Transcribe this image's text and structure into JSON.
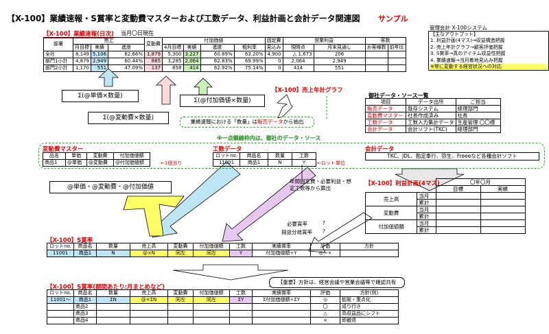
{
  "title": "【X-100】業績速報・S賞率と変動費マスターおよび工数データ、利益計画と会計データ関連図",
  "sample": "サンプル",
  "system": {
    "name": "管理会計 X-100システム",
    "heading": "【主なアウトプット】",
    "items": [
      "1. 利益計画(4マス)→収益構造把握",
      "2. 売上年計グラフ→顧客評価把握",
      "3. S賞率→真のアイテム収益性把握",
      "4. 業績速報→当月着地見込み把握"
    ],
    "note": "※常に変動する経営状況への対応"
  },
  "flash": {
    "label": "【X-100】業績速報(日次)",
    "date": "当月〇日現在",
    "groups": {
      "dept": "部署",
      "sales": "売上",
      "var": "変動費",
      "value": "付加価値",
      "fixed": "固定費",
      "op": "営業利益",
      "cust": "客数"
    },
    "cols": {
      "target": "月目標",
      "actual": "実績",
      "progress": "進度",
      "vtarget": "4月目標",
      "vactual": "実績",
      "vprogress": "進度",
      "rate": "粗利率",
      "forecast": "見込み",
      "now": "現時点",
      "monthend": "月末見通し",
      "custn": "お客様数",
      "yoy": "前年比"
    },
    "rows": [
      {
        "name": "全社",
        "target": "8,149",
        "actual": "5,106",
        "progress": "62.66%",
        "var": "1,879",
        "vtarget": "5,300",
        "vactual": "3,227",
        "vprogress": "60.89%",
        "rate": "63.20%",
        "forecast": "4,900",
        "now": "△ 1,673",
        "monthend": "206",
        "custn": "",
        "yoy": ""
      },
      {
        "name": "部門1小計",
        "target": "4,879",
        "actual": "2,949",
        "progress": "60.44%",
        "var": "885",
        "vtarget": "3,285",
        "vactual": "2,064",
        "vprogress": "62.83%",
        "rate": "69.99%",
        "forecast": "0",
        "now": "2,064",
        "monthend": "2,949",
        "custn": "",
        "yoy": ""
      },
      {
        "name": "部門2小計",
        "target": "1,170",
        "actual": "551",
        "progress": "47.09%",
        "var": "137",
        "vtarget": "658",
        "vactual": "414",
        "vprogress": "62.92%",
        "rate": "75.14%",
        "forecast": "0",
        "now": "414",
        "monthend": "551",
        "custn": "",
        "yoy": ""
      }
    ]
  },
  "sigma": {
    "sales": "Σ(@単価×数量)",
    "value": "Σ(@付加価値×数量)",
    "var": "Σ(@変動費×数量)"
  },
  "yearly_graph": "【X-100】売上年計グラフ",
  "extract_note_pre": "業績速報における「数量」は",
  "extract_note_red": "販売データ",
  "extract_note_post": "から抽出",
  "sources": {
    "title": "御社データ・ソース一覧",
    "headers": [
      "項目",
      "データ出所",
      "ご担当"
    ],
    "rows": [
      [
        "販売データ",
        "既存システム",
        "経理部門"
      ],
      [
        "変動費マスター",
        "社長作成済み",
        "社長"
      ],
      [
        "工数データ",
        "工数入力集計データ",
        "生産管理 〇〇様"
      ],
      [
        "会計データ",
        "会計ソフト(TKC)",
        "経理部門"
      ]
    ]
  },
  "dash_note": "※一点鎖線枠内は、御社のデータ・ソース",
  "varmaster": {
    "label": "変動費マスター",
    "headers": [
      "品名",
      "単価",
      "変動費",
      "付加価値額"
    ],
    "row": [
      "商品1",
      "@単価",
      "@変動費",
      "@付加価値額"
    ],
    "note": "←1個当り"
  },
  "work": {
    "label": "工数データ",
    "headers": [
      "ロットno.",
      "商品名",
      "数量",
      "工数"
    ],
    "row": [
      "11001",
      "商品1",
      "N",
      "Y"
    ],
    "note": "←ロット単位"
  },
  "acct": {
    "label": "会計データ",
    "text": "TKC、JDL、勘定奉行、弥生、Freeeなど各種会計ソフト"
  },
  "unit_box": "@単価・@変動費・@付加価値",
  "plan": {
    "label": "【X-100】利益計画(4マス)",
    "month": "〇年〇月",
    "h_target": "目標",
    "h_actual": "実績",
    "items": [
      "売上高",
      "変動費",
      "付加価値額"
    ],
    "sub": [
      "当月",
      "累計"
    ]
  },
  "calc_note": "年間固定費・必要利益・想定工数等から算出",
  "need_rate": "必要賞率",
  "break_rate": "損益分岐賞率",
  "q": "?",
  "srate": {
    "label": "【X-100】S賞率",
    "headers": [
      "ロットno.",
      "商品名",
      "数量",
      "売上高",
      "変動費",
      "付加価値額",
      "工数",
      "実績賞率",
      "評価",
      "方針"
    ],
    "row": [
      "11001",
      "商品1",
      "N",
      "@×N",
      "同左",
      "同左",
      "Y",
      "付加価値額÷Y",
      "◎～×",
      ""
    ]
  },
  "srate2": {
    "label": "【X-100】S賞率(期間あたり:月まとめなど)",
    "headers": [
      "ロットno.",
      "商品名",
      "数量",
      "売上高",
      "変動費",
      "付加価値額",
      "工数",
      "実績賞率",
      "評価",
      "方針(例)"
    ],
    "rows": [
      [
        "11001～",
        "商品1",
        "ΣN",
        "@×ΣN",
        "同左",
        "同左",
        "ΣY",
        "Σ付加価値額÷ΣY",
        "◎",
        "拡販・重点化"
      ],
      [
        "",
        "商品2",
        "",
        "",
        "",
        "",
        "",
        "",
        "〇",
        "成り行き"
      ],
      [
        "",
        "商品3",
        "",
        "",
        "",
        "",
        "",
        "",
        "△",
        "高収益品にシフト"
      ],
      [
        "",
        "商品4",
        "",
        "",
        "",
        "",
        "",
        "",
        "×",
        "即撤退"
      ]
    ]
  },
  "policy_note": "【重要】方針は、経営会議や営業会議等で確認共有"
}
